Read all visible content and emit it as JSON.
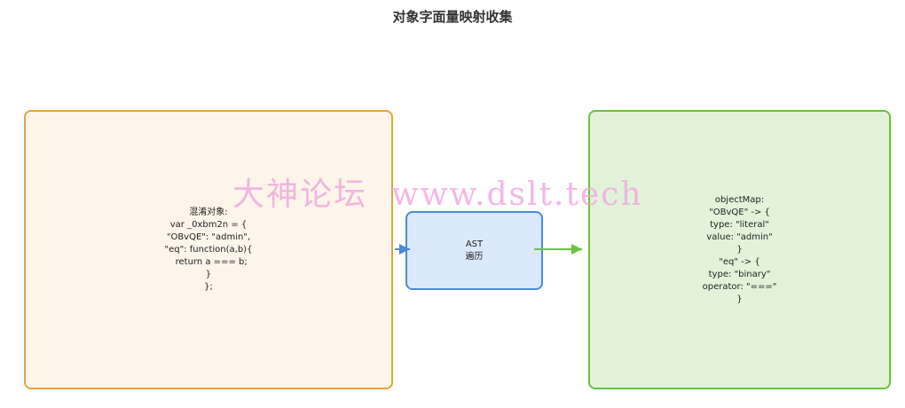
{
  "title": "对象字面量映射收集",
  "source_box": {
    "text": "混淆对象:\nvar _0xbm2n = {\n\"OBvQE\": \"admin\",\n\"eq\": function(a,b){\n  return a === b;\n}\n};"
  },
  "ast_box": {
    "text": "AST\n遍历"
  },
  "output_box": {
    "text": "objectMap:\n\"OBvQE\" -> {\ntype: \"literal\"\nvalue: \"admin\"\n}\n\"eq\" -> {\ntype: \"binary\"\noperator: \"===\"\n}"
  },
  "watermark": "大神论坛  www.dslt.tech",
  "colors": {
    "source": "#e8a33d",
    "ast": "#4a8ad8",
    "output": "#6ac23f"
  }
}
